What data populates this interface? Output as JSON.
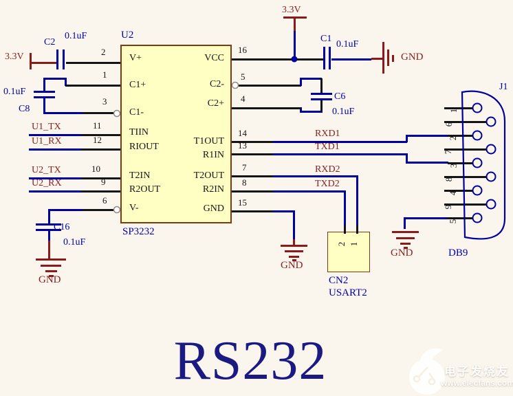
{
  "title": "RS232",
  "labels": {
    "v33": "3.3V",
    "gnd": "GND"
  },
  "ic": {
    "designator": "U2",
    "part": "SP3232",
    "left_pins": [
      {
        "num": "2",
        "name": "V+"
      },
      {
        "num": "1",
        "name": "C1+"
      },
      {
        "num": "3",
        "name": "C1-"
      },
      {
        "num": "11",
        "name": "TIIN"
      },
      {
        "num": "12",
        "name": "RIOUT"
      },
      {
        "num": "10",
        "name": "T2IN"
      },
      {
        "num": "9",
        "name": "R2OUT"
      },
      {
        "num": "6",
        "name": "V-"
      }
    ],
    "right_pins": [
      {
        "num": "16",
        "name": "VCC"
      },
      {
        "num": "5",
        "name": "C2-"
      },
      {
        "num": "4",
        "name": "C2+"
      },
      {
        "num": "14",
        "name": "T1OUT"
      },
      {
        "num": "13",
        "name": "R1IN"
      },
      {
        "num": "7",
        "name": "T2OUT"
      },
      {
        "num": "8",
        "name": "R2IN"
      },
      {
        "num": "15",
        "name": "GND"
      }
    ]
  },
  "capacitors": {
    "c2": {
      "ref": "C2",
      "value": "0.1uF"
    },
    "c8": {
      "ref": "C8",
      "value": "0.1uF"
    },
    "c16": {
      "ref": "C16",
      "value": "0.1uF"
    },
    "c1": {
      "ref": "C1",
      "value": "0.1uF"
    },
    "c6": {
      "ref": "C6",
      "value": "0.1uF"
    }
  },
  "nets": {
    "u1_tx": "U1_TX",
    "u1_rx": "U1_RX",
    "u2_tx": "U2_TX",
    "u2_rx": "U2_RX",
    "rxd1": "RXD1",
    "txd1": "TXD1",
    "rxd2": "RXD2",
    "txd2": "TXD2"
  },
  "cn2": {
    "designator": "CN2",
    "part": "USART2",
    "pins": [
      "2",
      "1"
    ]
  },
  "db9": {
    "designator": "J1",
    "part": "DB9",
    "pins": [
      "1",
      "6",
      "2",
      "7",
      "3",
      "8",
      "4",
      "9",
      "5"
    ]
  },
  "watermark": {
    "brand": "电子发烧友",
    "url": "www.elecfans.com"
  }
}
